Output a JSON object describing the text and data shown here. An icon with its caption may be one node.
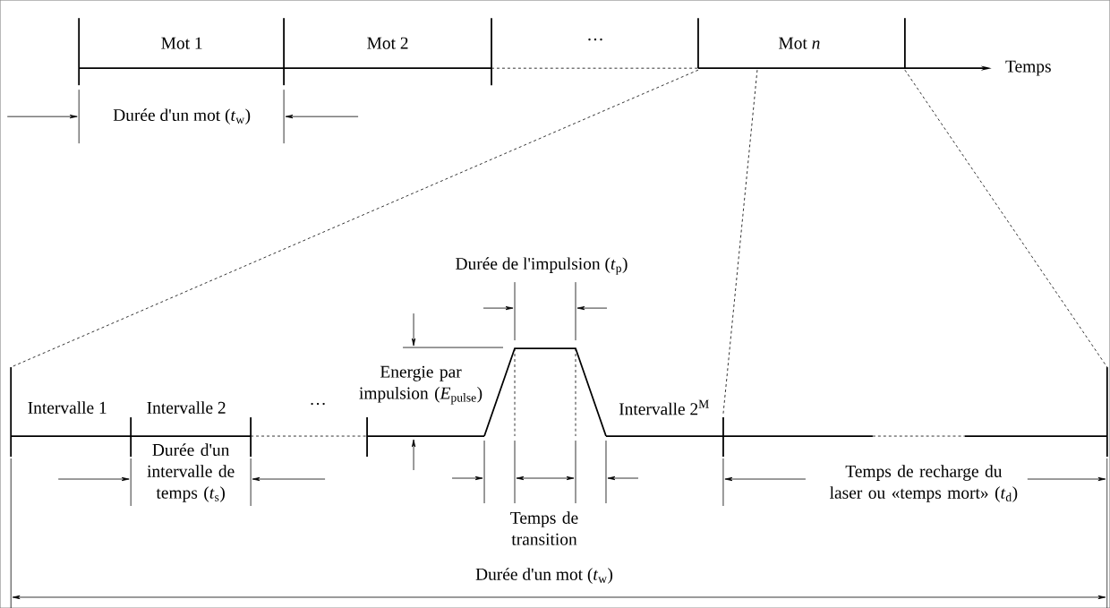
{
  "diagram": {
    "labels": [
      "Mot 1",
      "Mot 2",
      "…",
      "Mot *n*",
      "Temps",
      "Durée d'un mot (*t*$_{w}$)",
      "Durée de l'impulsion (*t*$_{p}$)",
      "Energie par impulsion (*E*$_{pulse}$)",
      "Intervalle 1",
      "Intervalle 2",
      "…",
      "Intervalle 2$^{M}$",
      "Durée d'un intervalle de temps (*t*$_{s}$)",
      "Temps de transition",
      "Temps de recharge du laser ou «temps mort» (*t*$_{d}$)",
      "Durée d'un mot (*t*$_{w}$)"
    ]
  }
}
